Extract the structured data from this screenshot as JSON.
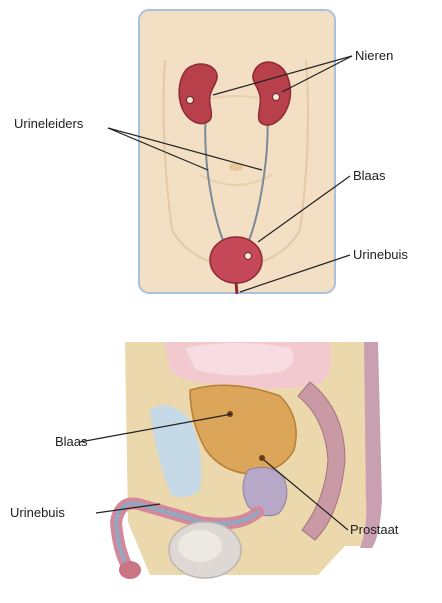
{
  "top_figure": {
    "labels": {
      "kidneys": "Nieren",
      "ureters": "Urineleiders",
      "bladder": "Blaas",
      "urethra": "Urinebuis"
    }
  },
  "bottom_figure": {
    "labels": {
      "bladder": "Blaas",
      "urethra": "Urinebuis",
      "prostate": "Prostaat"
    }
  },
  "colors": {
    "skin": "#f3dfc4",
    "skin_border": "#a9c1dd",
    "kidney": "#b8404a",
    "bladder": "#c44858",
    "duct": "#7a8a98",
    "prostate_region": "#dba65a"
  }
}
